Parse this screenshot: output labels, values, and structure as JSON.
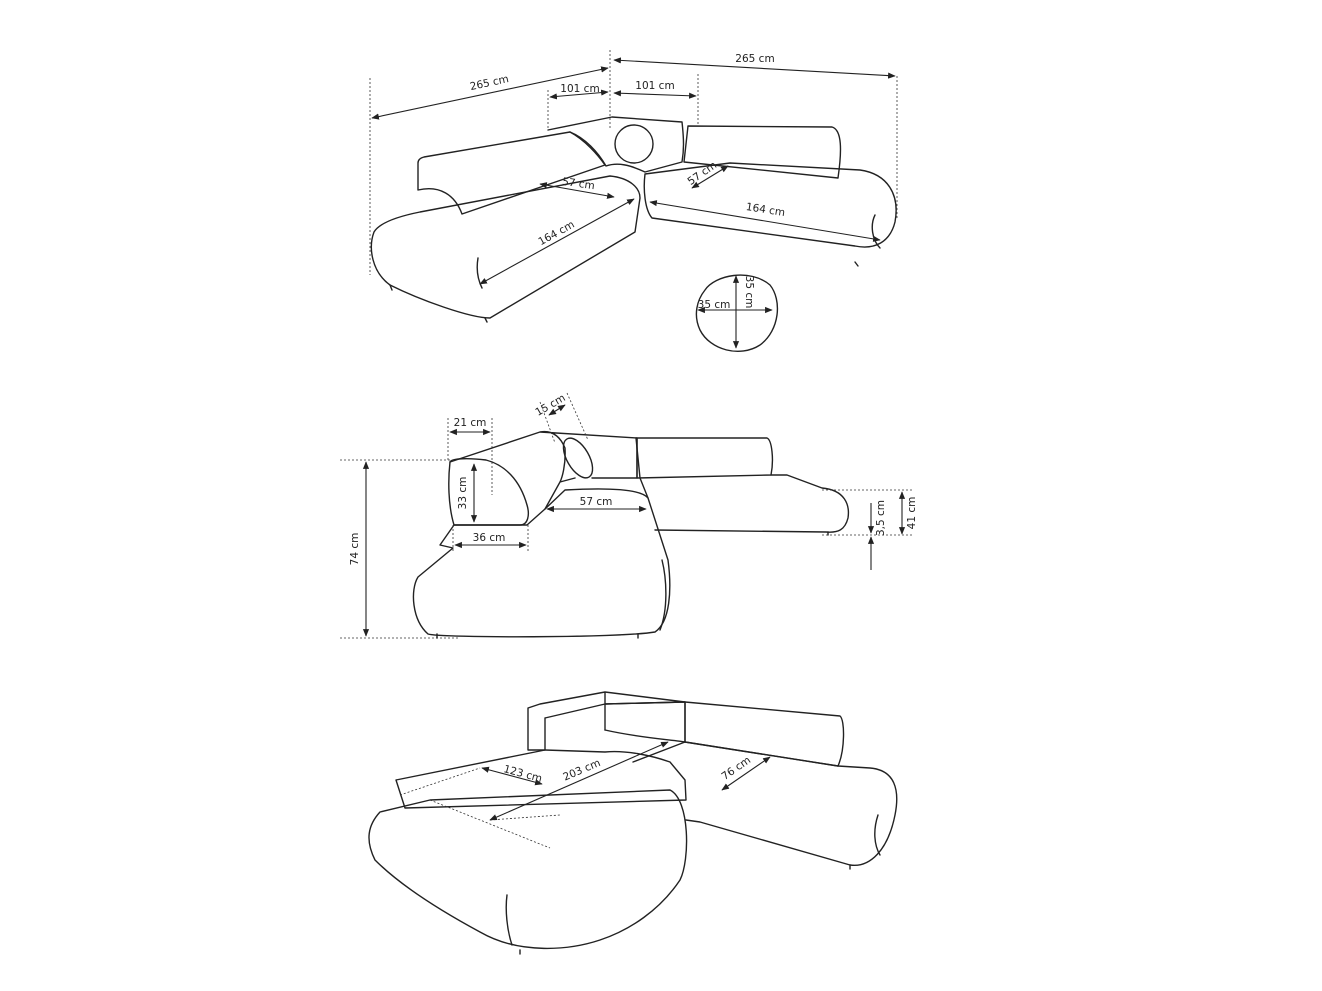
{
  "views": {
    "top": {
      "width_left": "265 cm",
      "width_right": "265 cm",
      "corner_left": "101 cm",
      "corner_right": "101 cm",
      "depth_left": "57 cm",
      "depth_right": "57 cm",
      "seat_left": "164 cm",
      "seat_right": "164 cm",
      "pillow_width": "35 cm",
      "pillow_height": "35 cm"
    },
    "side": {
      "height_total": "74 cm",
      "back_top": "21 cm",
      "back_height": "33 cm",
      "back_bottom": "36 cm",
      "seat_depth": "57 cm",
      "pillow_depth": "15 cm",
      "seat_height": "41 cm",
      "leg_height": "3,5 cm"
    },
    "bed": {
      "bed_width": "123 cm",
      "bed_length": "203 cm",
      "seat_depth": "76 cm"
    }
  }
}
